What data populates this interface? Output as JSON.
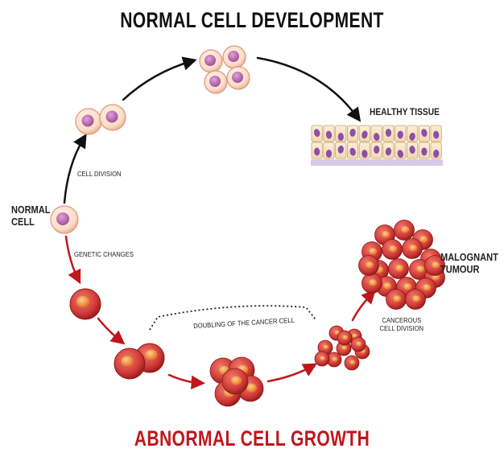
{
  "titles": {
    "top": "NORMAL CELL DEVELOPMENT",
    "bottom": "ABNORMAL CELL GROWTH"
  },
  "labels": {
    "normal_cell": "NORMAL CELL",
    "cell_division": "CELL DIVISION",
    "genetic_changes": "GENETIC CHANGES",
    "healthy_tissue": "HEALTHY TISSUE",
    "doubling": "DOUBLING OF THE CANCER CELL",
    "cancerous_division": "CANCEROUS CELL DIVISION",
    "malignant_tumour": "MALOGNANT TUMOUR"
  },
  "colors": {
    "normal_cytoplasm": "#fbd9c6",
    "normal_nucleus": "#c46bb4",
    "cancer_cytoplasm": "#d33a3a",
    "cancer_nucleus": "#f08a3a",
    "red_arrow": "#c0161b",
    "black_arrow": "#111111",
    "bottom_title": "#c0161b"
  }
}
